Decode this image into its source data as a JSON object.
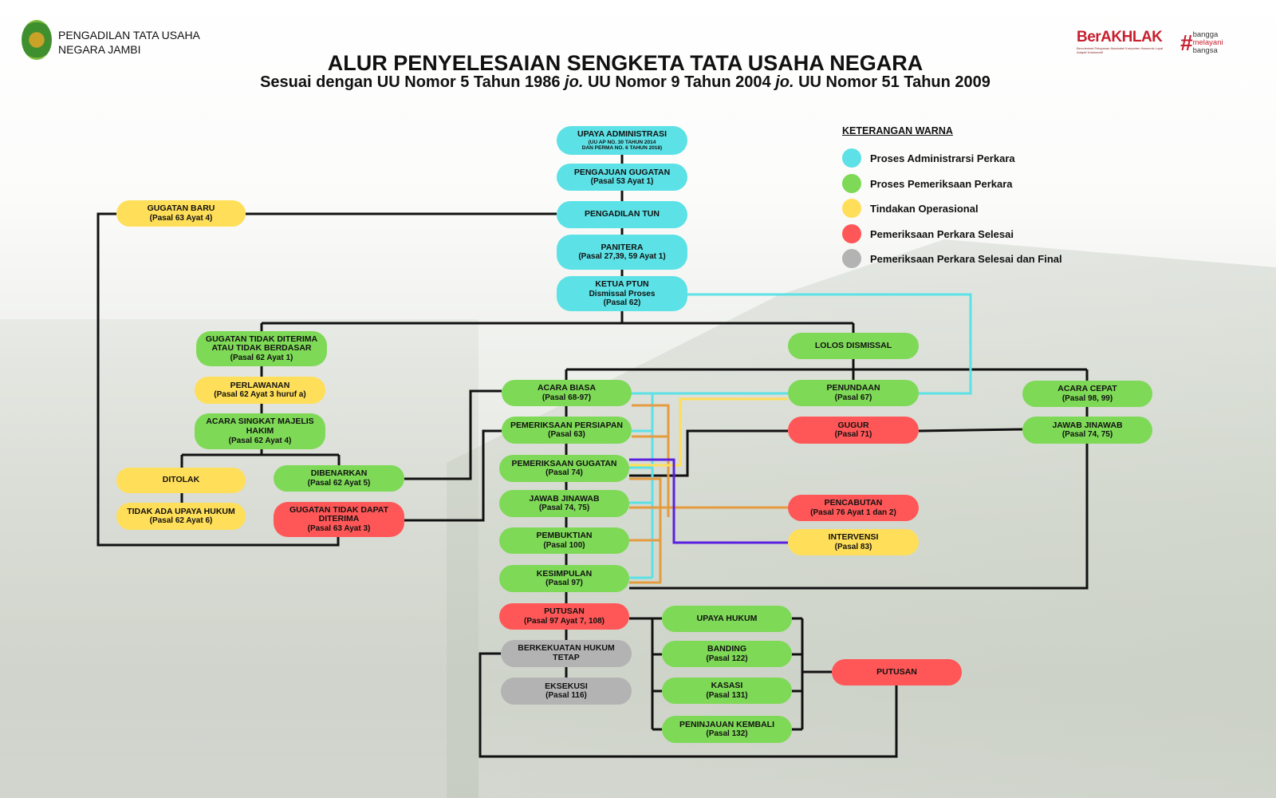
{
  "header": {
    "org_line1": "PENGADILAN TATA USAHA",
    "org_line2": "NEGARA JAMBI",
    "title": "ALUR PENYELESAIAN SENGKETA TATA USAHA NEGARA",
    "subtitle_a": "Sesuai dengan UU Nomor 5 Tahun 1986 ",
    "jo1": "jo.",
    "subtitle_b": " UU Nomor 9 Tahun 2004 ",
    "jo2": "jo.",
    "subtitle_c": " UU Nomor 51 Tahun 2009",
    "berakhlak": "BerAKHLAK",
    "berakhlak_tagline": "Berorientasi Pelayanan Akuntabel Kompeten Harmonis Loyal Adaptif Kolaboratif",
    "bangga": "bangga",
    "melayani": "melayani",
    "bangsa": "bangsa"
  },
  "legend": {
    "title": "KETERANGAN WARNA",
    "items": [
      {
        "label": "Proses Administrarsi Perkara",
        "color": "#5ce1e6"
      },
      {
        "label": "Proses Pemeriksaan Perkara",
        "color": "#7ed957"
      },
      {
        "label": "Tindakan Operasional",
        "color": "#ffde59"
      },
      {
        "label": "Pemeriksaan Perkara Selesai",
        "color": "#ff5757"
      },
      {
        "label": "Pemeriksaan Perkara Selesai dan Final",
        "color": "#b3b3b3"
      }
    ]
  },
  "nodes": {
    "upaya_admin": {
      "title": "UPAYA ADMINISTRASI",
      "sub1": "(UU AP NO. 30 TAHUN 2014",
      "sub2": "DAN PERMA NO. 6 TAHUN 2018)"
    },
    "pengajuan": {
      "title": "PENGAJUAN GUGATAN",
      "sub": "(Pasal 53 Ayat 1)"
    },
    "pengadilan": {
      "title": "PENGADILAN TUN"
    },
    "panitera": {
      "title": "PANITERA",
      "sub": "(Pasal 27,39, 59 Ayat 1)"
    },
    "ketua": {
      "title": "KETUA PTUN",
      "sub1": "Dismissal Proses",
      "sub2": "(Pasal 62)"
    },
    "gugatan_baru": {
      "title": "GUGATAN BARU",
      "sub": "(Pasal 63 Ayat 4)"
    },
    "lolos": {
      "title": "LOLOS DISMISSAL"
    },
    "tidak_diterima": {
      "title1": "GUGATAN TIDAK DITERIMA",
      "title2": "ATAU TIDAK BERDASAR",
      "sub": "(Pasal 62 Ayat 1)"
    },
    "perlawanan": {
      "title": "PERLAWANAN",
      "sub": "(Pasal 62 Ayat 3 huruf a)"
    },
    "acara_singkat": {
      "title1": "ACARA SINGKAT MAJELIS",
      "title2": "HAKIM",
      "sub": "(Pasal 62 Ayat 4)"
    },
    "ditolak": {
      "title": "DITOLAK"
    },
    "tidak_ada_upaya": {
      "title": "TIDAK ADA UPAYA HUKUM",
      "sub": "(Pasal 62 Ayat 6)"
    },
    "dibenarkan": {
      "title": "DIBENARKAN",
      "sub": "(Pasal 62 Ayat 5)"
    },
    "tidak_dapat": {
      "title1": "GUGATAN TIDAK DAPAT",
      "title2": "DITERIMA",
      "sub": "(Pasal 63 Ayat 3)"
    },
    "acara_biasa": {
      "title": "ACARA BIASA",
      "sub": "(Pasal 68-97)"
    },
    "persiapan": {
      "title": "PEMERIKSAAN PERSIAPAN",
      "sub": "(Pasal 63)"
    },
    "pem_gugatan": {
      "title": "PEMERIKSAAN GUGATAN",
      "sub": "(Pasal 74)"
    },
    "jawab": {
      "title": "JAWAB JINAWAB",
      "sub": "(Pasal 74, 75)"
    },
    "pembuktian": {
      "title": "PEMBUKTIAN",
      "sub": "(Pasal 100)"
    },
    "kesimpulan": {
      "title": "KESIMPULAN",
      "sub": "(Pasal 97)"
    },
    "putusan": {
      "title": "PUTUSAN",
      "sub": "(Pasal 97 Ayat 7, 108)"
    },
    "berkekuatan": {
      "title": "BERKEKUATAN HUKUM TETAP"
    },
    "eksekusi": {
      "title": "EKSEKUSI",
      "sub": "(Pasal 116)"
    },
    "penundaan": {
      "title": "PENUNDAAN",
      "sub": "(Pasal 67)"
    },
    "gugur": {
      "title": "GUGUR",
      "sub": "(Pasal 71)"
    },
    "pencabutan": {
      "title": "PENCABUTAN",
      "sub": "(Pasal 76 Ayat 1 dan 2)"
    },
    "intervensi": {
      "title": "INTERVENSI",
      "sub": "(Pasal 83)"
    },
    "acara_cepat": {
      "title": "ACARA CEPAT",
      "sub": "(Pasal 98, 99)"
    },
    "jawab_cepat": {
      "title": "JAWAB JINAWAB",
      "sub": "(Pasal 74, 75)"
    },
    "upaya_hukum": {
      "title": "UPAYA HUKUM"
    },
    "banding": {
      "title": "BANDING",
      "sub": "(Pasal 122)"
    },
    "kasasi": {
      "title": "KASASI",
      "sub": "(Pasal 131)"
    },
    "pk": {
      "title": "PENINJAUAN KEMBALI",
      "sub": "(Pasal 132)"
    },
    "putusan_akhir": {
      "title": "PUTUSAN"
    }
  }
}
